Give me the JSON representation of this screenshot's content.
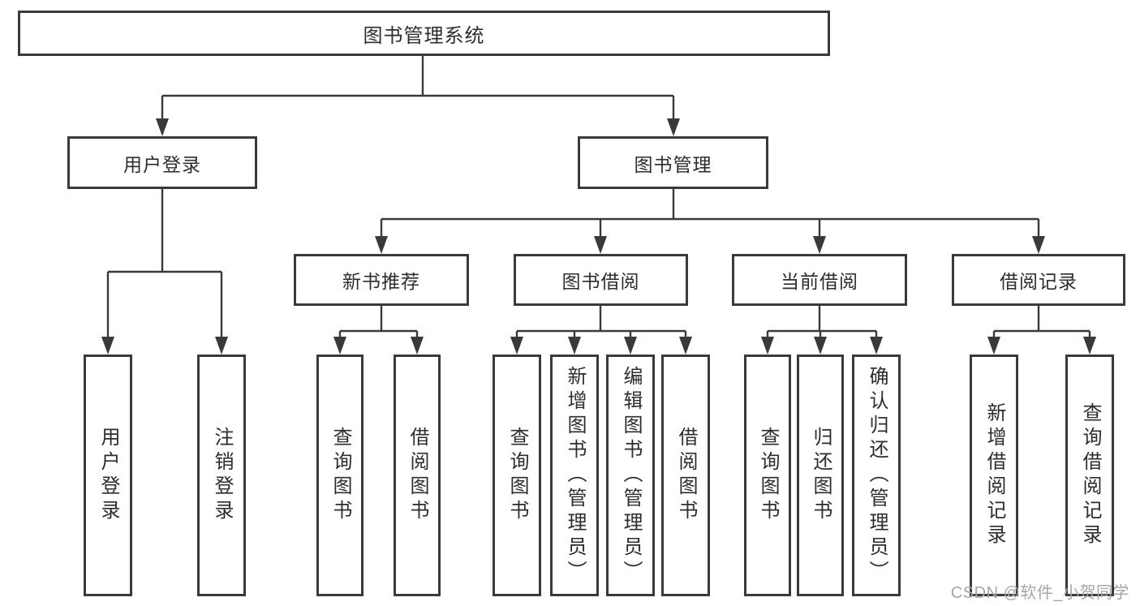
{
  "diagram": {
    "root": {
      "label": "图书管理系统"
    },
    "level2": [
      {
        "label": "用户登录"
      },
      {
        "label": "图书管理"
      }
    ],
    "level3": [
      {
        "label": "新书推荐"
      },
      {
        "label": "图书借阅"
      },
      {
        "label": "当前借阅"
      },
      {
        "label": "借阅记录"
      }
    ],
    "leaves": [
      {
        "label": "用户登录"
      },
      {
        "label": "注销登录"
      },
      {
        "label": "查询图书"
      },
      {
        "label": "借阅图书"
      },
      {
        "label": "查询图书"
      },
      {
        "label": "新增图书（管理员）"
      },
      {
        "label": "编辑图书（管理员）"
      },
      {
        "label": "借阅图书"
      },
      {
        "label": "查询图书"
      },
      {
        "label": "归还图书"
      },
      {
        "label": "确认归还（管理员）"
      },
      {
        "label": "新增借阅记录"
      },
      {
        "label": "查询借阅记录"
      }
    ]
  },
  "watermark": {
    "text": "CSDN @软件_小贺同学"
  },
  "colors": {
    "line": "#3a3a3a",
    "border": "#3a3a3a",
    "text": "#2d2d2d",
    "background": "#ffffff",
    "watermark": "#a6a6a6"
  }
}
